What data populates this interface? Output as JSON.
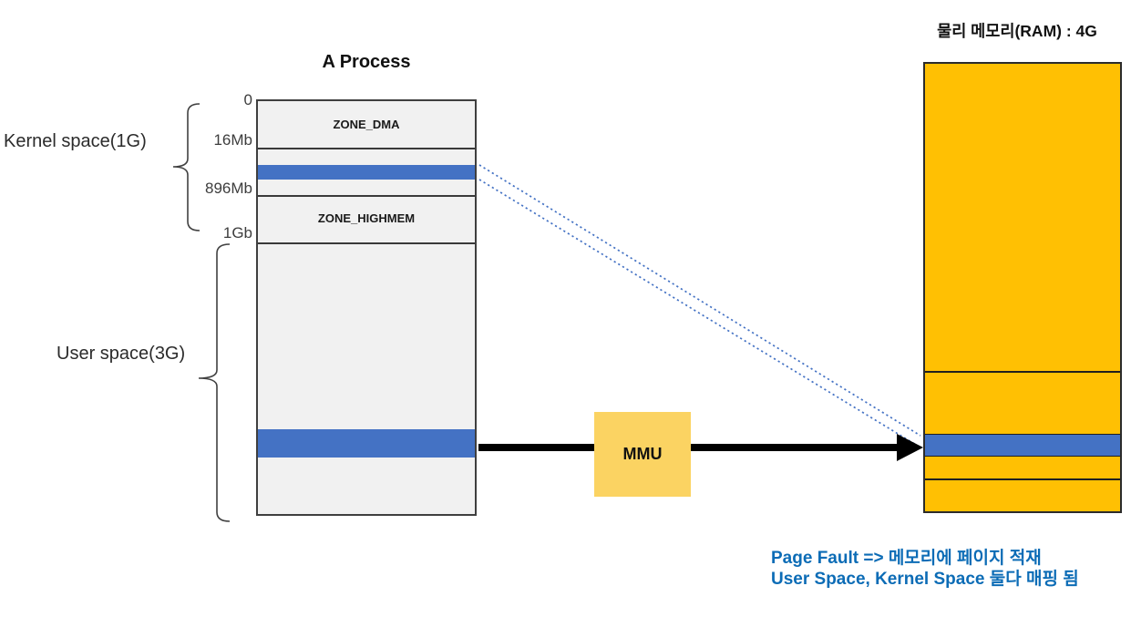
{
  "diagram": {
    "process": {
      "title": "A Process",
      "zone_dma_label": "ZONE_DMA",
      "zone_highmem_label": "ZONE_HIGHMEM",
      "address_labels": {
        "zero": "0",
        "dma_end": "16Mb",
        "normal_end": "896Mb",
        "kernel_end": "1Gb"
      },
      "kernel_space_label": "Kernel space(1G)",
      "user_space_label": "User space(3G)"
    },
    "mmu": {
      "label": "MMU"
    },
    "ram": {
      "title": "물리 메모리(RAM) : 4G"
    },
    "note": {
      "line1": "Page Fault => 메모리에 페이지 적재",
      "line2": "User Space, Kernel Space 둘다 매핑 됨"
    },
    "colors": {
      "highlight_blue": "#4472c4",
      "ram_orange": "#ffc003",
      "mmu_yellow": "#fbd362",
      "note_blue": "#0c6cb6",
      "process_fill": "#f1f1f1",
      "border_dark": "#3f3f3f"
    }
  }
}
